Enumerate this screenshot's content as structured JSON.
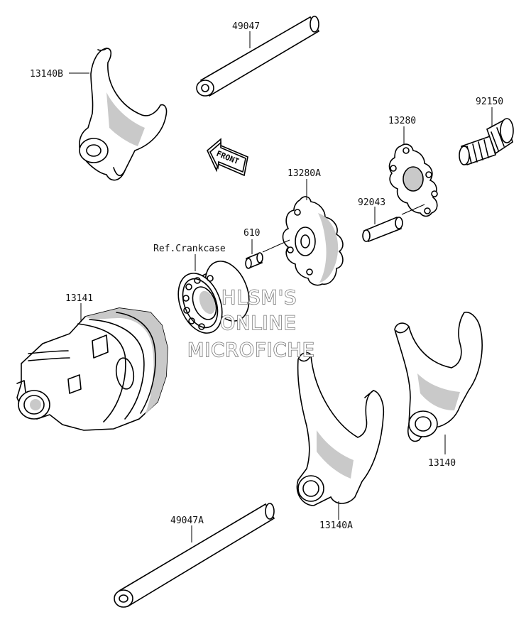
{
  "labels": {
    "p49047": "49047",
    "p13140B": "13140B",
    "p92150": "92150",
    "p13280": "13280",
    "p13280A": "13280A",
    "p92043": "92043",
    "p610": "610",
    "ref_crankcase": "Ref.Crankcase",
    "p13141": "13141",
    "p13140": "13140",
    "p13140A": "13140A",
    "p49047A": "49047A"
  },
  "front_arrow": {
    "text": "FRONT"
  },
  "watermark": {
    "line1": "HLSM'S",
    "line2": "ONLINE",
    "line3": "MICROFICHE"
  }
}
